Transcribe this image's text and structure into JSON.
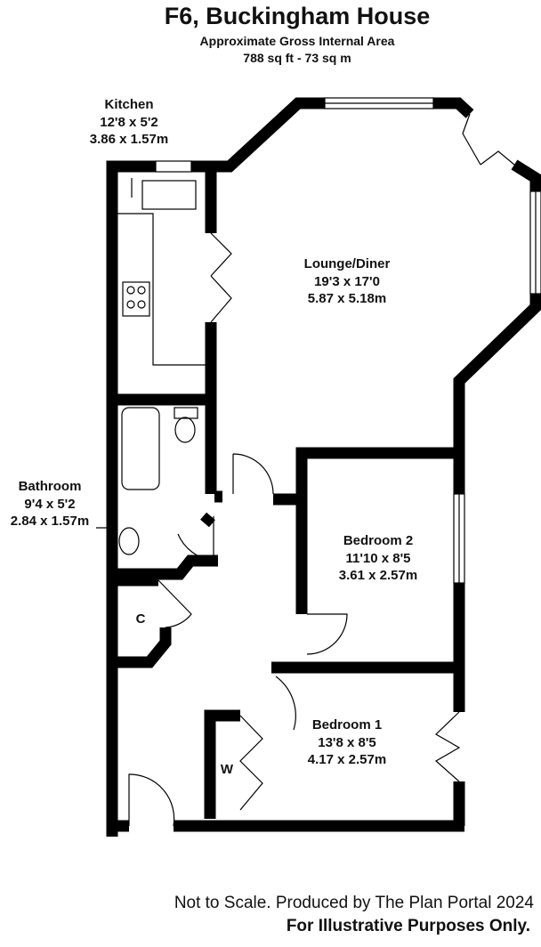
{
  "header": {
    "title": "F6, Buckingham House",
    "subtitle": "Approximate Gross Internal Area",
    "area": "788 sq ft - 73 sq m"
  },
  "rooms": [
    {
      "name": "Kitchen",
      "imperial": "12'8 x 5'2",
      "metric": "3.86 x 1.57m"
    },
    {
      "name": "Lounge/Diner",
      "imperial": "19'3 x 17'0",
      "metric": "5.87 x 5.18m"
    },
    {
      "name": "Bathroom",
      "imperial": "9'4 x 5'2",
      "metric": "2.84 x 1.57m"
    },
    {
      "name": "Bedroom 2",
      "imperial": "11'10 x 8'5",
      "metric": "3.61 x 2.57m"
    },
    {
      "name": "Bedroom 1",
      "imperial": "13'8 x 8'5",
      "metric": "4.17 x 2.57m"
    }
  ],
  "cupboards": {
    "c": "C",
    "w": "W"
  },
  "footer": {
    "note": "Not to Scale. Produced by The Plan Portal 2024",
    "disclaimer": "For Illustrative Purposes Only."
  }
}
